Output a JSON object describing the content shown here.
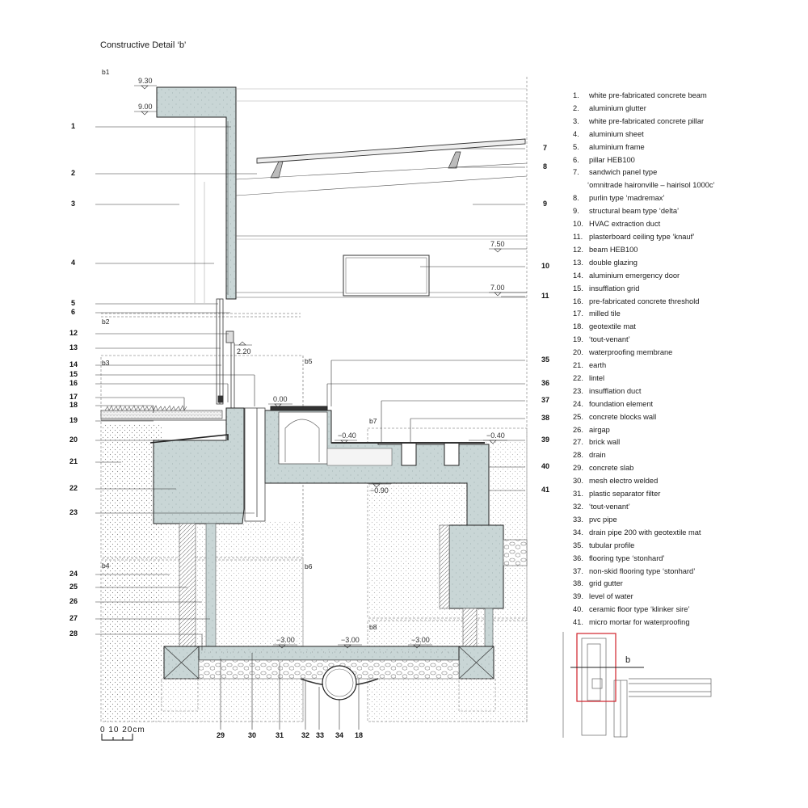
{
  "title": "Constructive Detail ‘b’",
  "section_marks": [
    "b1",
    "b2",
    "b3",
    "b4",
    "b5",
    "b6",
    "b7",
    "b8"
  ],
  "levels": [
    "9.30",
    "9.00",
    "7.50",
    "7.00",
    "2.20",
    "0.00",
    "−0.40",
    "−0.40",
    "−0.90",
    "−3.00",
    "−3.00",
    "−3.00"
  ],
  "callouts_left": [
    "1",
    "2",
    "3",
    "4",
    "5",
    "6",
    "12",
    "13",
    "14",
    "15",
    "16",
    "17",
    "18",
    "19",
    "20",
    "21",
    "22",
    "23",
    "24",
    "25",
    "26",
    "27",
    "28"
  ],
  "callouts_right": [
    "7",
    "8",
    "9",
    "10",
    "11",
    "35",
    "36",
    "37",
    "38",
    "39",
    "40",
    "41"
  ],
  "callouts_bottom": [
    "29",
    "30",
    "31",
    "32",
    "33",
    "34",
    "18"
  ],
  "scale_bar": "0  10  20cm",
  "key_plan_label": "b",
  "legend": [
    {
      "n": "1.",
      "text": "white pre-fabricated concrete beam"
    },
    {
      "n": "2.",
      "text": "aluminium glutter"
    },
    {
      "n": "3.",
      "text": "white pre-fabricated concrete pillar"
    },
    {
      "n": "4.",
      "text": "aluminium sheet"
    },
    {
      "n": "5.",
      "text": "aluminium frame"
    },
    {
      "n": "6.",
      "text": "pillar HEB100"
    },
    {
      "n": "7.",
      "text": "sandwich panel type"
    },
    {
      "n": "",
      "text": "‘omnitrade haironville – hairisol 1000c’"
    },
    {
      "n": "8.",
      "text": "purlin type ‘madremax’"
    },
    {
      "n": "9.",
      "text": "structural beam type ‘delta’"
    },
    {
      "n": "10.",
      "text": "HVAC extraction duct"
    },
    {
      "n": "11.",
      "text": "plasterboard ceiling type ‘knauf’"
    },
    {
      "n": "12.",
      "text": "beam HEB100"
    },
    {
      "n": "13.",
      "text": "double glazing"
    },
    {
      "n": "14.",
      "text": "aluminium emergency door"
    },
    {
      "n": "15.",
      "text": "insufflation grid"
    },
    {
      "n": "16.",
      "text": "pre-fabricated concrete threshold"
    },
    {
      "n": "17.",
      "text": "milled tile"
    },
    {
      "n": "18.",
      "text": "geotextile mat"
    },
    {
      "n": "19.",
      "text": "‘tout-venant’"
    },
    {
      "n": "20.",
      "text": "waterproofing membrane"
    },
    {
      "n": "21.",
      "text": "earth"
    },
    {
      "n": "22.",
      "text": "lintel"
    },
    {
      "n": "23.",
      "text": "insufflation duct"
    },
    {
      "n": "24.",
      "text": "foundation element"
    },
    {
      "n": "25.",
      "text": "concrete blocks wall"
    },
    {
      "n": "26.",
      "text": "airgap"
    },
    {
      "n": "27.",
      "text": "brick wall"
    },
    {
      "n": "28.",
      "text": "drain"
    },
    {
      "n": "29.",
      "text": "concrete slab"
    },
    {
      "n": "30.",
      "text": "mesh electro welded"
    },
    {
      "n": "31.",
      "text": "plastic separator filter"
    },
    {
      "n": "32.",
      "text": "‘tout-venant’"
    },
    {
      "n": "33.",
      "text": "pvc pipe"
    },
    {
      "n": "34.",
      "text": "drain pipe 200 with geotextile mat"
    },
    {
      "n": "35.",
      "text": "tubular profile"
    },
    {
      "n": "36.",
      "text": "flooring type ‘stonhard’"
    },
    {
      "n": "37.",
      "text": "non-skid flooring type ‘stonhard’"
    },
    {
      "n": "38.",
      "text": "grid gutter"
    },
    {
      "n": "39.",
      "text": "level of water"
    },
    {
      "n": "40.",
      "text": "ceramic floor type ‘klinker sire’"
    },
    {
      "n": "41.",
      "text": "micro mortar for waterproofing"
    }
  ],
  "colors": {
    "ink": "#1a1a1a",
    "concrete": "#c9d6d6",
    "grid": "#bbbbbb",
    "key_plan_red": "#d0212a"
  }
}
